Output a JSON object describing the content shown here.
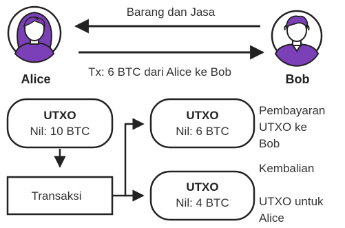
{
  "colors": {
    "outline": "#222222",
    "avatar_fill": "#7b3fb8",
    "skin": "#ffffff",
    "text": "#333333"
  },
  "top": {
    "flow_back_label": "Barang dan Jasa",
    "flow_forward_label": "Tx: 6 BTC dari Alice ke Bob"
  },
  "people": {
    "alice": {
      "name": "Alice",
      "icon": "woman-avatar-icon"
    },
    "bob": {
      "name": "Bob",
      "icon": "man-avatar-icon"
    }
  },
  "nodes": {
    "input": {
      "title": "UTXO",
      "value": "Nil: 10 BTC"
    },
    "transaction": {
      "label": "Transaksi"
    },
    "output1": {
      "title": "UTXO",
      "value": "Nil: 6 BTC"
    },
    "output2": {
      "title": "UTXO",
      "value": "Nil: 4 BTC"
    }
  },
  "notes": {
    "output1": [
      "Pembayaran",
      "UTXO ke",
      "Bob"
    ],
    "change_heading": "Kembalian",
    "output2": [
      "UTXO untuk",
      "Alice"
    ]
  }
}
